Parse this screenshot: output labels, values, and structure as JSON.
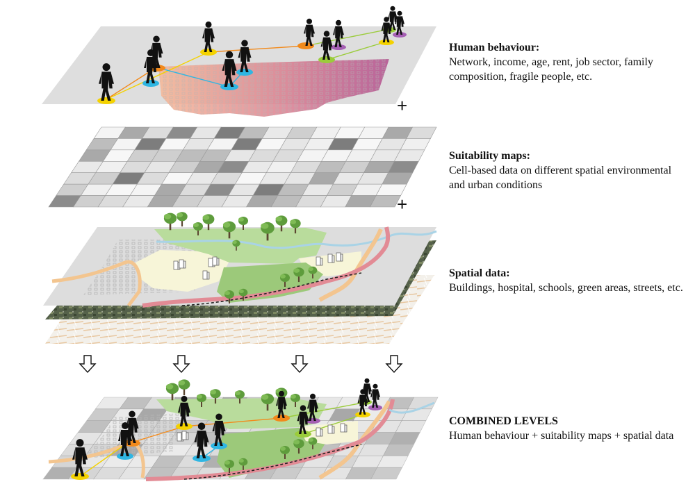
{
  "layers": [
    {
      "heading": "Human behaviour:",
      "body": "Network, income, age, rent, job sector, family composition, fragile people, etc."
    },
    {
      "heading": "Suitability maps:",
      "body": "Cell-based data on different spatial environmental and urban conditions"
    },
    {
      "heading": "Spatial data:",
      "body": "Buildings, hospital, schools, green areas, streets, etc."
    },
    {
      "heading": "COMBINED LEVELS",
      "body": "Human behaviour + suitability maps + spatial data"
    }
  ],
  "operators": [
    "+",
    "+"
  ],
  "colors": {
    "plane": "#dcdcdc",
    "green": "#9cc97a",
    "tree": "#5e9c3c",
    "river": "#a9d3e6",
    "road_pink": "#e28b95",
    "road_orange": "#f3c58f",
    "residential": "#f7f5d8",
    "person": "#111111",
    "node_colors": [
      "#f4d200",
      "#2fb6e3",
      "#f28a1b",
      "#9bcc3b",
      "#a55fb4"
    ]
  },
  "icons": [
    "person-icon",
    "tree-icon",
    "building-icon",
    "down-arrow-icon"
  ]
}
